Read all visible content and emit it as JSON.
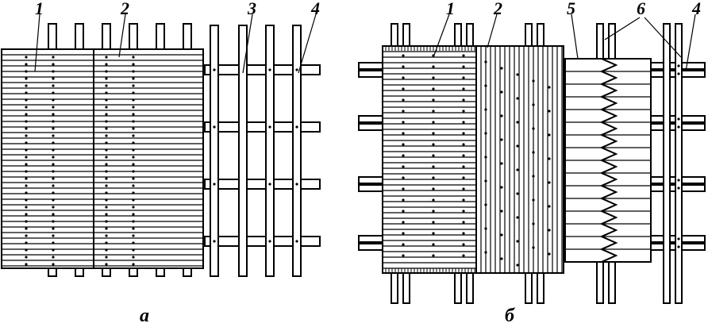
{
  "labels": {
    "a1": "1",
    "a2": "2",
    "a3": "3",
    "a4": "4",
    "b1": "1",
    "b2": "2",
    "b5": "5",
    "b6": "6",
    "b4": "4"
  },
  "captions": {
    "a": "а",
    "b": "б"
  },
  "colors": {
    "ink": "#000000",
    "paper": "#ffffff"
  }
}
